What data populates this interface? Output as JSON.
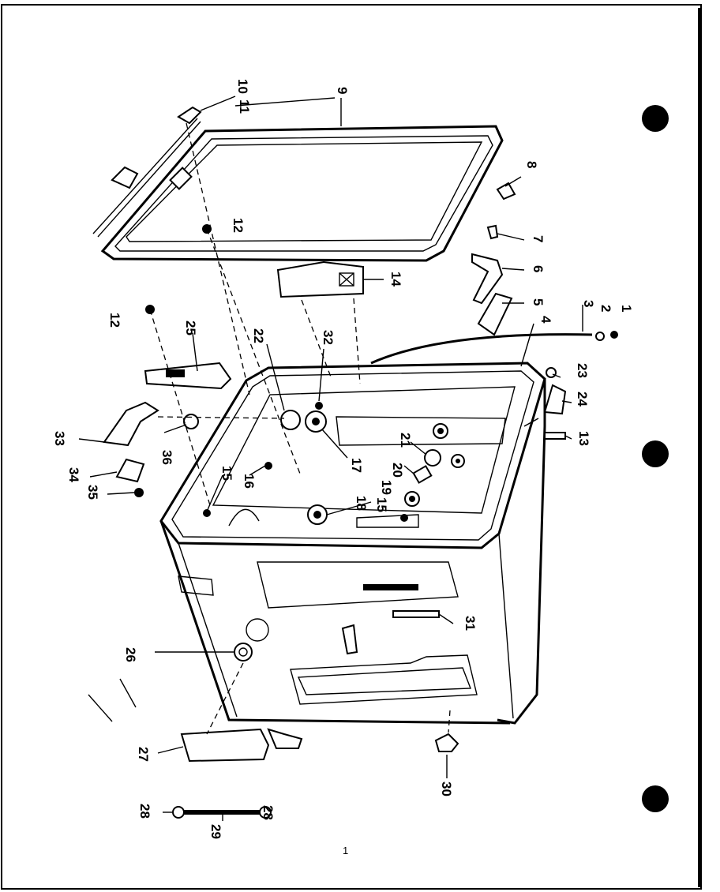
{
  "diagram": {
    "callouts": [
      "1",
      "2",
      "3",
      "4",
      "5",
      "6",
      "7",
      "8",
      "9",
      "10",
      "11",
      "12",
      "12",
      "13",
      "14",
      "15",
      "15",
      "16",
      "17",
      "18",
      "19",
      "20",
      "21",
      "22",
      "23",
      "24",
      "25",
      "26",
      "27",
      "28",
      "28",
      "29",
      "30",
      "31",
      "32",
      "33",
      "34",
      "35",
      "36"
    ],
    "page_number": "1"
  }
}
